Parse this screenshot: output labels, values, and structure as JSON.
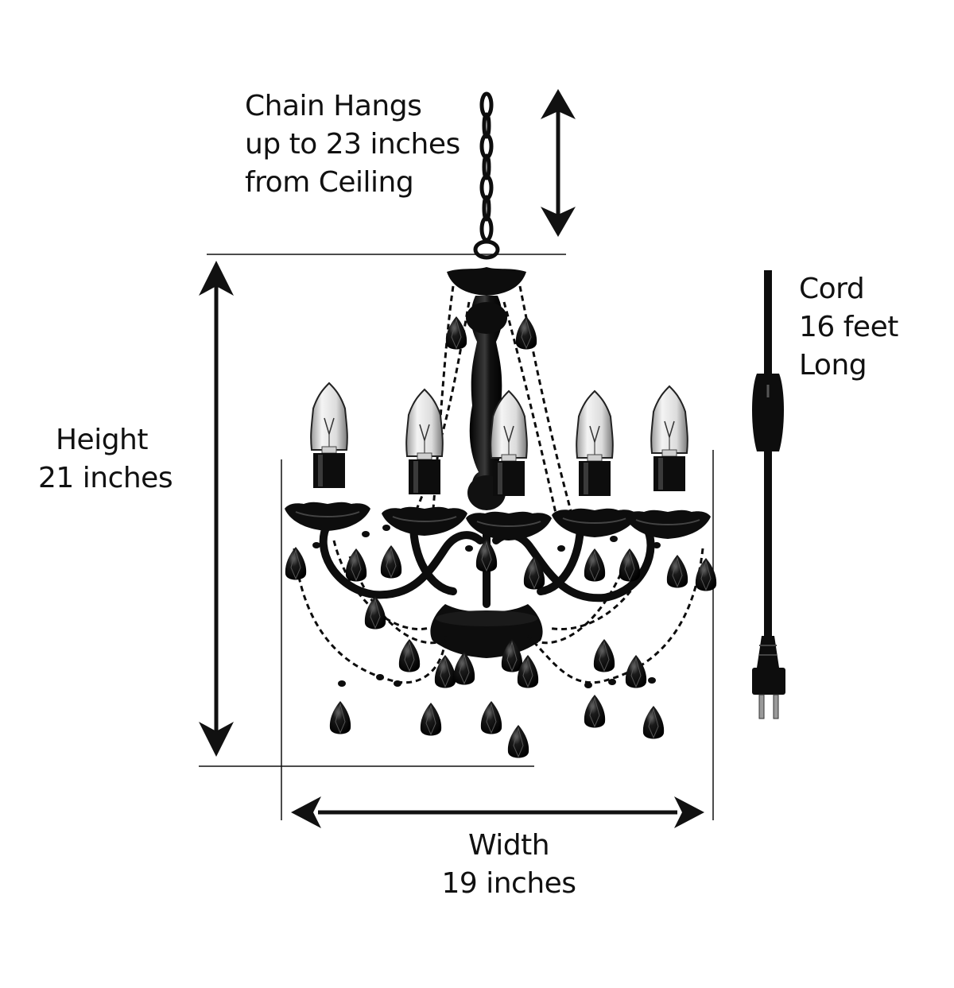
{
  "chain": {
    "line1": "Chain Hangs",
    "line2": "up to 23 inches",
    "line3": "from Ceiling"
  },
  "cord": {
    "line1": "Cord",
    "line2": "16 feet",
    "line3": "Long"
  },
  "height": {
    "line1": "Height",
    "line2": "21 inches"
  },
  "width": {
    "line1": "Width",
    "line2": "19 inches"
  },
  "colors": {
    "ink": "#111111",
    "fixture": "#0d0d0d",
    "bulb_glass": "#e9e9e9"
  }
}
